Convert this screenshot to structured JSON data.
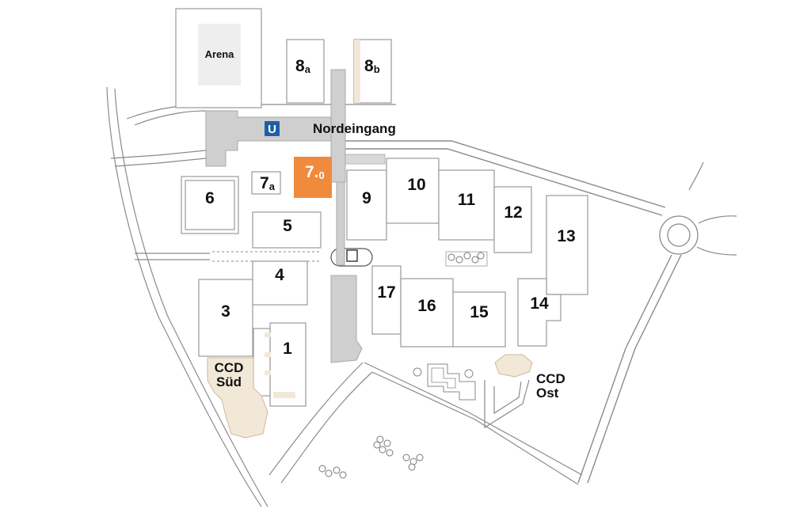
{
  "colors": {
    "highlight": "#f08a3c",
    "highlight_text": "#ffffff",
    "beige": "#f2e8d8",
    "grey_building": "#cfcfcf",
    "ubahn_blue": "#1f5fa8"
  },
  "icons": {
    "ubahn": "u-bahn-station-icon"
  },
  "labels": {
    "arena": "Arena",
    "nordeingang": "Nordeingang",
    "ccd_sued_1": "CCD",
    "ccd_sued_2": "Süd",
    "ccd_ost_1": "CCD",
    "ccd_ost_2": "Ost",
    "ubahn_letter": "U"
  },
  "halls": {
    "h8a_main": "8",
    "h8a_sub": "a",
    "h8b_main": "8",
    "h8b_sub": "b",
    "h7a_main": "7",
    "h7a_sub": "a",
    "h70_main": "7.",
    "h70_sub": "0",
    "h1": "1",
    "h3": "3",
    "h4": "4",
    "h5": "5",
    "h6": "6",
    "h9": "9",
    "h10": "10",
    "h11": "11",
    "h12": "12",
    "h13": "13",
    "h14": "14",
    "h15": "15",
    "h16": "16",
    "h17": "17"
  },
  "selected_hall": "7.0"
}
